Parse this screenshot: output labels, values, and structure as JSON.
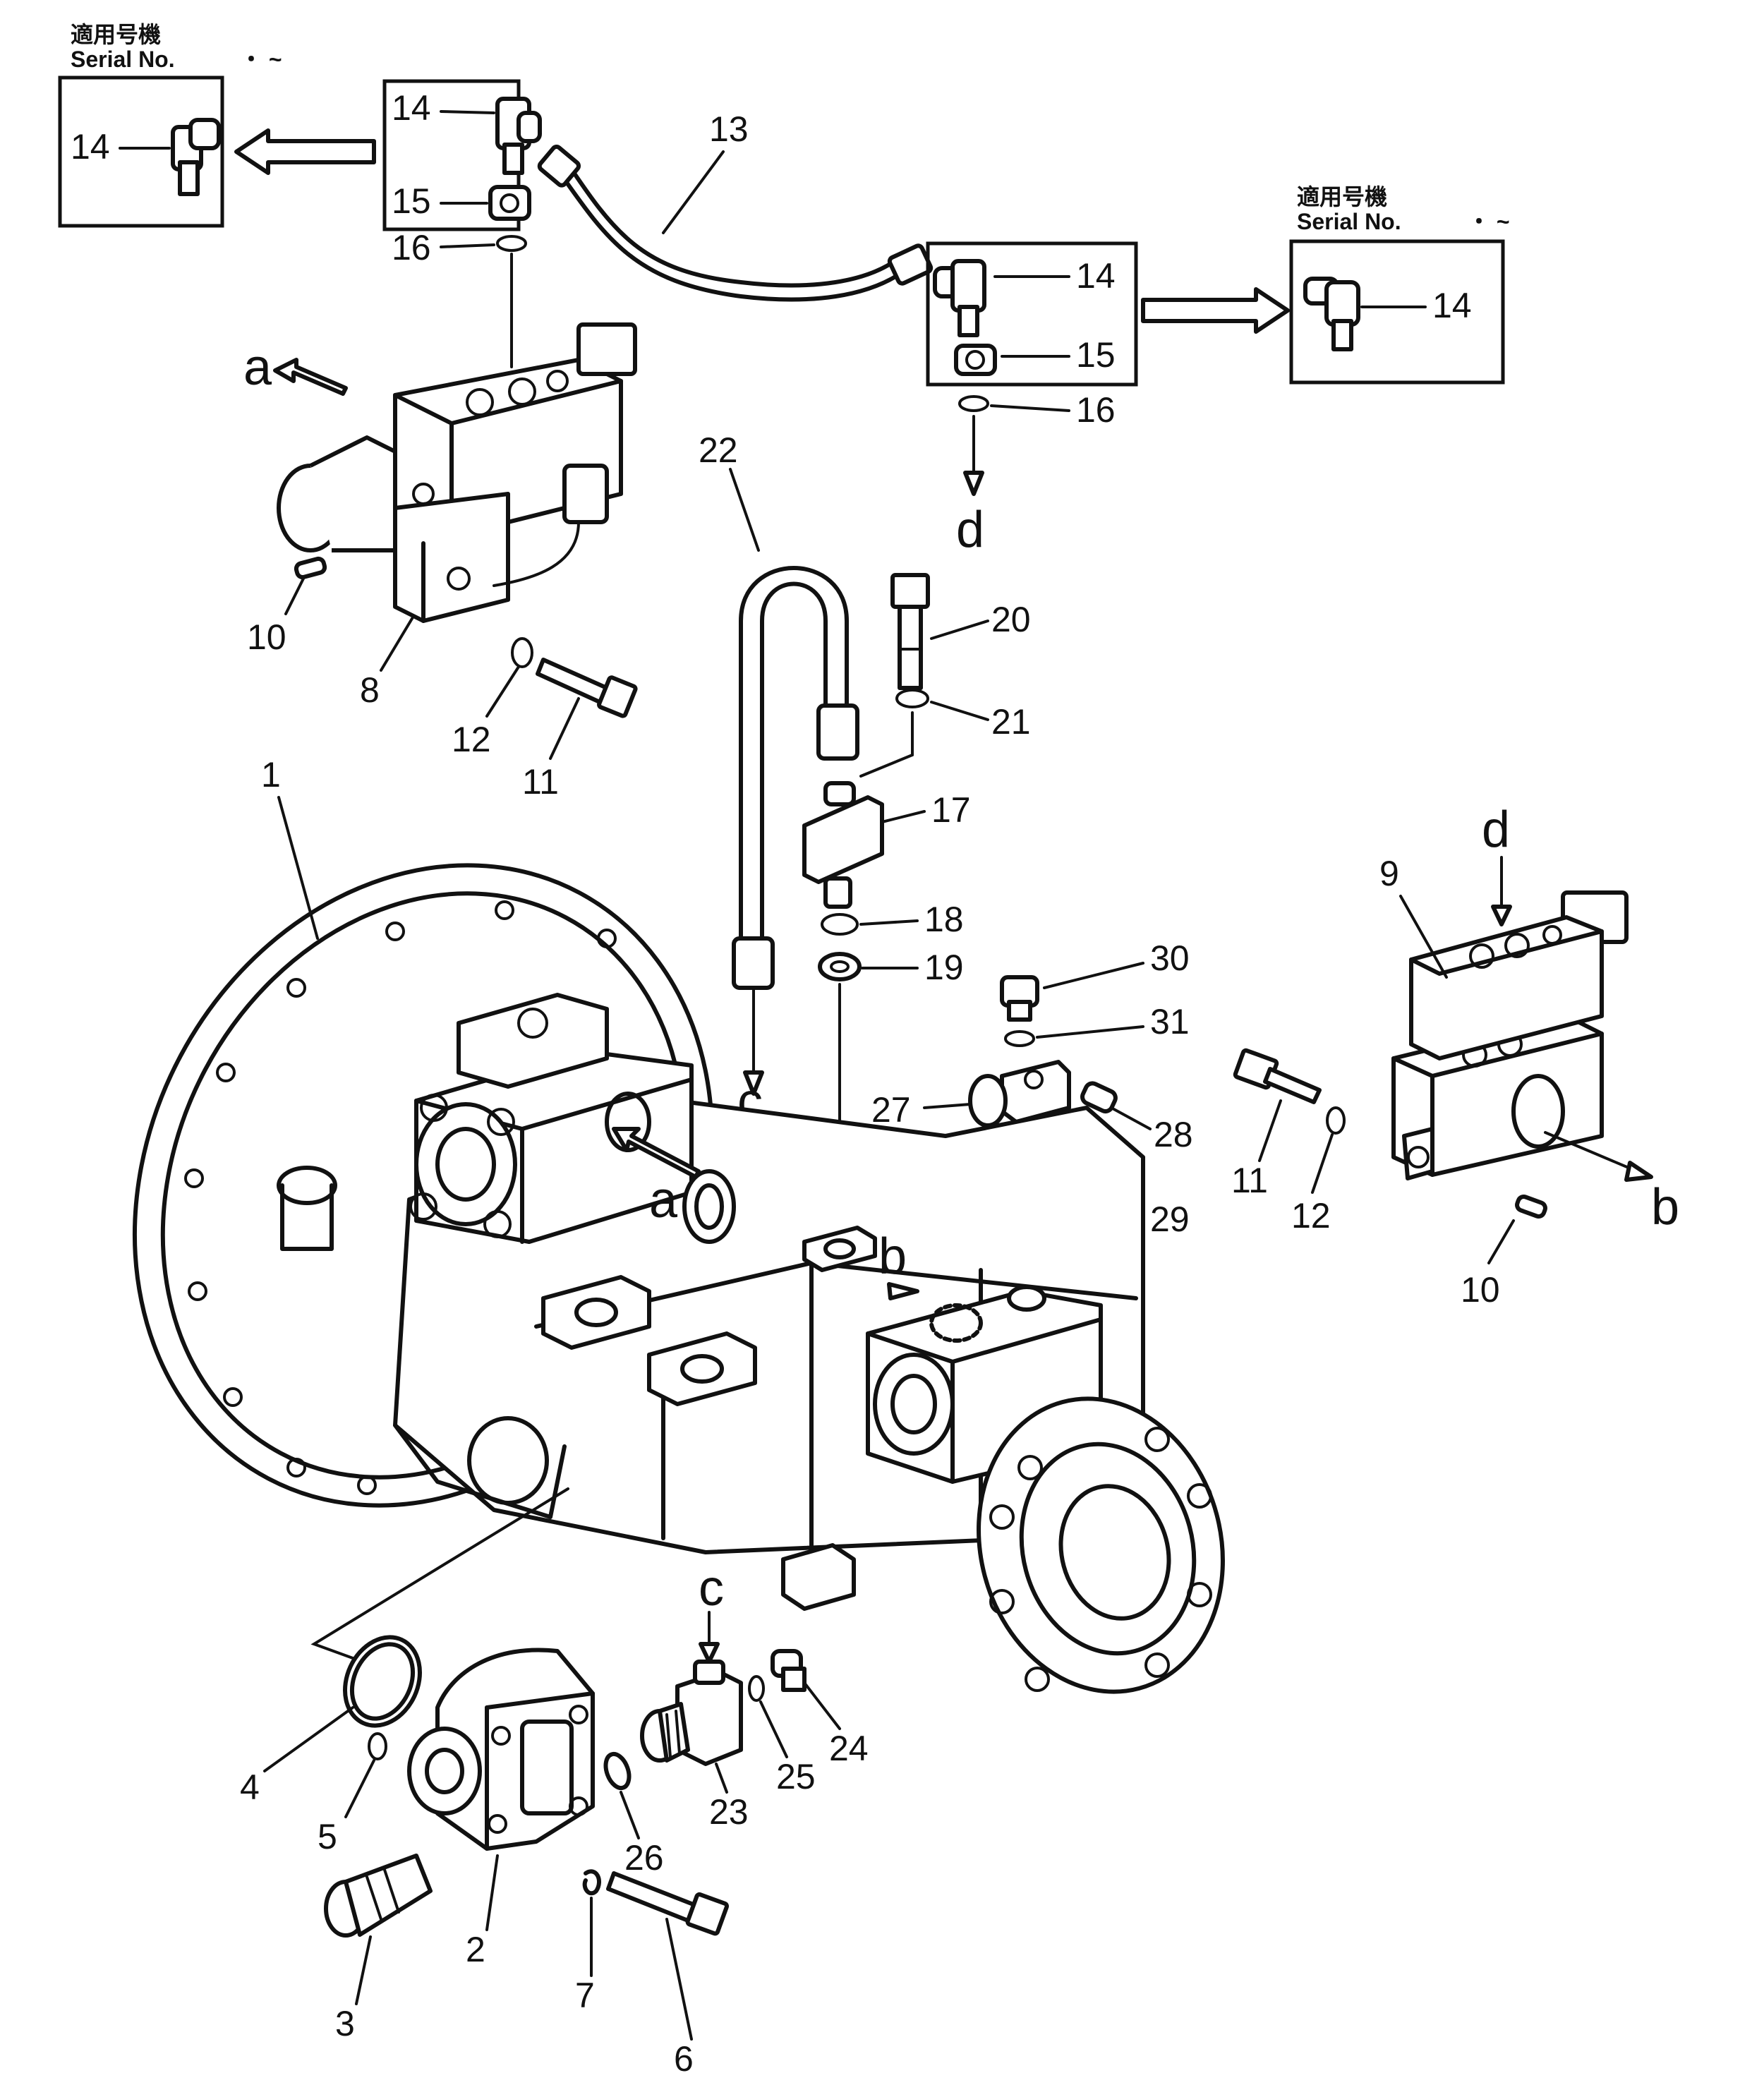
{
  "serial_note_jp": "適用号機",
  "serial_note_en": "Serial  No.",
  "serial_note_range": "・  ~",
  "letters": {
    "a": "a",
    "b": "b",
    "c": "c",
    "d": "d"
  },
  "parts": {
    "p1": "1",
    "p2": "2",
    "p3": "3",
    "p4": "4",
    "p5": "5",
    "p6": "6",
    "p7": "7",
    "p8": "8",
    "p9": "9",
    "p10": "10",
    "p11": "11",
    "p12": "12",
    "p13": "13",
    "p14": "14",
    "p15": "15",
    "p16": "16",
    "p17": "17",
    "p18": "18",
    "p19": "19",
    "p20": "20",
    "p21": "21",
    "p22": "22",
    "p23": "23",
    "p24": "24",
    "p25": "25",
    "p26": "26",
    "p27": "27",
    "p28": "28",
    "p29": "29",
    "p30": "30",
    "p31": "31"
  }
}
